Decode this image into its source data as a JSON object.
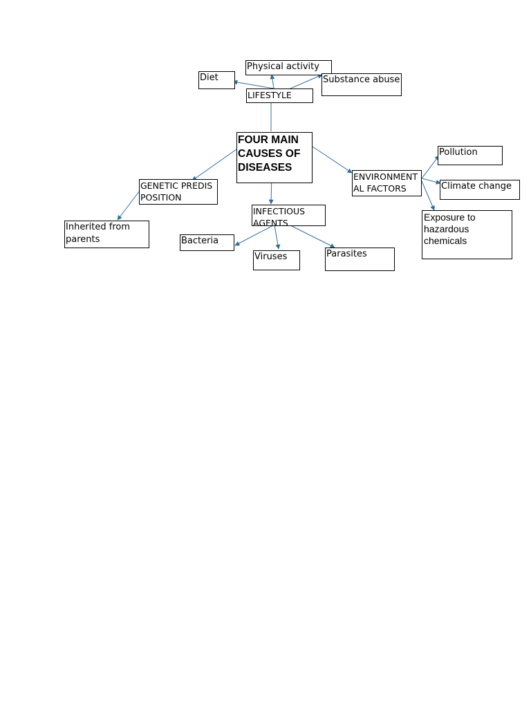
{
  "title": "FOUR MAIN CAUSES OF DISEASES",
  "categories": {
    "lifestyle": {
      "label": "LIFESTYLE",
      "items": [
        "Diet",
        "Physical activity",
        "Substance abuse"
      ]
    },
    "genetic": {
      "label": "GENETIC PREDISPOSITION",
      "items": [
        "Inherited from parents"
      ]
    },
    "infectious": {
      "label": "INFECTIOUS AGENTS",
      "items": [
        "Bacteria",
        "Viruses",
        "Parasites"
      ]
    },
    "environmental": {
      "label": "ENVIRONMENTAL FACTORS",
      "items": [
        "Pollution",
        "Climate change",
        "Exposure to hazardous chemicals"
      ]
    }
  },
  "colors": {
    "connector": "#2e6f99",
    "box_border": "#000000"
  }
}
